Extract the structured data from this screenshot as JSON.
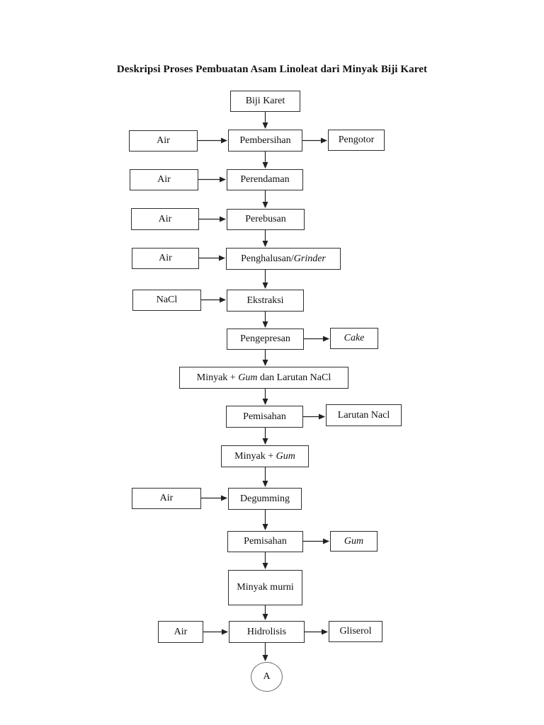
{
  "title": "Deskripsi Proses Pembuatan Asam Linoleat dari Minyak Biji Karet",
  "nodes": {
    "biji_karet": {
      "label": "Biji Karet"
    },
    "air_pembersihan": {
      "label": "Air"
    },
    "pembersihan": {
      "label": "Pembersihan"
    },
    "pengotor": {
      "label": "Pengotor"
    },
    "air_perendaman": {
      "label": "Air"
    },
    "perendaman": {
      "label": "Perendaman"
    },
    "air_perebusan": {
      "label": "Air"
    },
    "perebusan": {
      "label": "Perebusan"
    },
    "air_penghalusan": {
      "label": "Air"
    },
    "penghalusan": {
      "prefix": "Penghalusan/",
      "italic": "Grinder"
    },
    "nacl": {
      "label": "NaCl"
    },
    "ekstraksi": {
      "label": "Ekstraksi"
    },
    "pengepresan": {
      "label": "Pengepresan"
    },
    "cake": {
      "italic": "Cake"
    },
    "minyak_gum_larutan_nacl": {
      "prefix": "Minyak + ",
      "italic": "Gum",
      "suffix": " dan Larutan NaCl"
    },
    "pemisahan_1": {
      "label": "Pemisahan"
    },
    "larutan_nacl": {
      "label": "Larutan Nacl"
    },
    "minyak_gum": {
      "prefix": "Minyak + ",
      "italic": "Gum"
    },
    "air_degumming": {
      "label": "Air"
    },
    "degumming": {
      "label": "Degumming"
    },
    "pemisahan_2": {
      "label": "Pemisahan"
    },
    "gum": {
      "italic": "Gum"
    },
    "minyak_murni": {
      "label": "Minyak murni"
    },
    "air_hidrolisis": {
      "label": "Air"
    },
    "hidrolisis": {
      "label": "Hidrolisis"
    },
    "gliserol": {
      "label": "Gliserol"
    },
    "connector_a": {
      "label": "A"
    }
  },
  "edges": [
    {
      "from": "biji_karet",
      "to": "pembersihan"
    },
    {
      "from": "air_pembersihan",
      "to": "pembersihan"
    },
    {
      "from": "pembersihan",
      "to": "pengotor"
    },
    {
      "from": "pembersihan",
      "to": "perendaman"
    },
    {
      "from": "air_perendaman",
      "to": "perendaman"
    },
    {
      "from": "perendaman",
      "to": "perebusan"
    },
    {
      "from": "air_perebusan",
      "to": "perebusan"
    },
    {
      "from": "perebusan",
      "to": "penghalusan"
    },
    {
      "from": "air_penghalusan",
      "to": "penghalusan"
    },
    {
      "from": "penghalusan",
      "to": "ekstraksi"
    },
    {
      "from": "nacl",
      "to": "ekstraksi"
    },
    {
      "from": "ekstraksi",
      "to": "pengepresan"
    },
    {
      "from": "pengepresan",
      "to": "cake"
    },
    {
      "from": "pengepresan",
      "to": "minyak_gum_larutan_nacl"
    },
    {
      "from": "minyak_gum_larutan_nacl",
      "to": "pemisahan_1"
    },
    {
      "from": "pemisahan_1",
      "to": "larutan_nacl"
    },
    {
      "from": "pemisahan_1",
      "to": "minyak_gum"
    },
    {
      "from": "minyak_gum",
      "to": "degumming"
    },
    {
      "from": "air_degumming",
      "to": "degumming"
    },
    {
      "from": "degumming",
      "to": "pemisahan_2"
    },
    {
      "from": "pemisahan_2",
      "to": "gum"
    },
    {
      "from": "pemisahan_2",
      "to": "minyak_murni"
    },
    {
      "from": "minyak_murni",
      "to": "hidrolisis"
    },
    {
      "from": "air_hidrolisis",
      "to": "hidrolisis"
    },
    {
      "from": "hidrolisis",
      "to": "gliserol"
    },
    {
      "from": "hidrolisis",
      "to": "connector_a"
    }
  ],
  "colors": {
    "background": "#ffffff",
    "box_border": "#2e2e2e",
    "arrow": "#222222",
    "text": "#111111"
  }
}
